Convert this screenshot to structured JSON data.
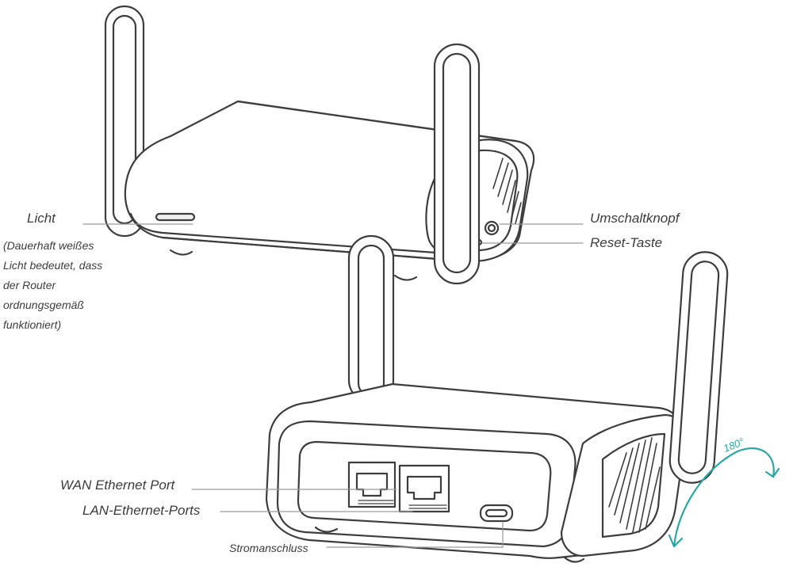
{
  "labels": {
    "light": "Licht",
    "light_note": [
      "(Dauerhaft weißes",
      "Licht bedeutet, dass",
      "der Router",
      "ordnungsgemäß",
      "funktioniert)"
    ],
    "switch": "Umschaltknopf",
    "reset": "Reset-Taste",
    "wan": "WAN Ethernet Port",
    "lan": "LAN-Ethernet-Ports",
    "power": "Stromanschluss",
    "rotation": "180°"
  },
  "colors": {
    "line": "#3d3d3d",
    "accent": "#2aa7a3",
    "leader": "#9a9a9a",
    "shade": "#efefef"
  }
}
